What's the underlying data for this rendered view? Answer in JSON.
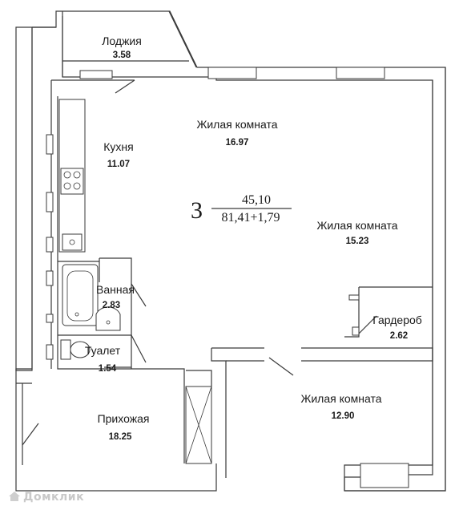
{
  "rooms": {
    "loggia": {
      "name": "Лоджия",
      "area": "3.58"
    },
    "living1": {
      "name": "Жилая комната",
      "area": "16.97"
    },
    "kitchen": {
      "name": "Кухня",
      "area": "11.07"
    },
    "living2": {
      "name": "Жилая комната",
      "area": "15.23"
    },
    "bathroom": {
      "name": "Ванная",
      "area": "2.83"
    },
    "wardrobe": {
      "name": "Гардероб",
      "area": "2.62"
    },
    "toilet": {
      "name": "Туалет",
      "area": "1.54"
    },
    "living3": {
      "name": "Жилая комната",
      "area": "12.90"
    },
    "hallway": {
      "name": "Прихожая",
      "area": "18.25"
    }
  },
  "summary": {
    "rooms_count": "3",
    "living_area": "45,10",
    "total_area": "81,41+1,79"
  },
  "watermark": "Домклик"
}
